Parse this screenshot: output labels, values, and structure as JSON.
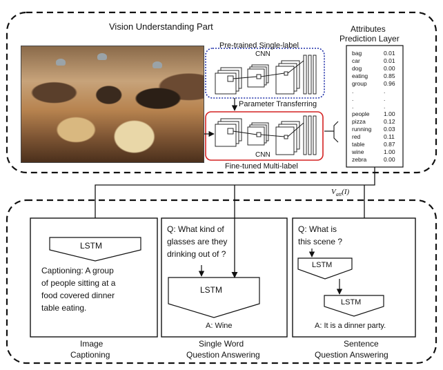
{
  "top_section": {
    "title": "Vision Understanding Part",
    "pretrained_label": "Pre-trained Single-label",
    "cnn_top": "CNN",
    "transfer_label": "Parameter Transferring",
    "cnn_bottom": "CNN",
    "finetuned_label": "Fine-tuned  Multi-label",
    "attr_title_1": "Attributes",
    "attr_title_2": "Prediction Layer",
    "attributes": [
      {
        "name": "bag",
        "value": "0.01"
      },
      {
        "name": "car",
        "value": "0.01"
      },
      {
        "name": "dog",
        "value": "0.00"
      },
      {
        "name": "eating",
        "value": "0.85"
      },
      {
        "name": "group",
        "value": "0.96"
      },
      {
        "name": ".",
        "value": "."
      },
      {
        "name": ".",
        "value": "."
      },
      {
        "name": ".",
        "value": "."
      },
      {
        "name": "people",
        "value": "1.00"
      },
      {
        "name": "pizza",
        "value": "0.12"
      },
      {
        "name": "running",
        "value": "0.03"
      },
      {
        "name": "red",
        "value": "0.11"
      },
      {
        "name": "table",
        "value": "0.87"
      },
      {
        "name": "wine",
        "value": "1.00"
      },
      {
        "name": "zebra",
        "value": "0.00"
      }
    ],
    "vatt_label": "V",
    "vatt_sub": "att",
    "vatt_arg": "(I)"
  },
  "bottom_section": {
    "panels": [
      {
        "lstm": "LSTM",
        "text_lines": [
          "Captioning: A group",
          "of people sitting at a",
          "food covered dinner",
          "table eating."
        ],
        "caption": [
          "Image",
          "Captioning"
        ]
      },
      {
        "question_lines": [
          "Q: What kind of",
          "glasses are they",
          "drinking out of ?"
        ],
        "lstm": "LSTM",
        "answer": "A: Wine",
        "caption": [
          "Single Word",
          "Question Answering"
        ]
      },
      {
        "question_lines": [
          "Q:  What is",
          "this scene ?"
        ],
        "lstm_1": "LSTM",
        "lstm_2": "LSTM",
        "answer": "A: It is a dinner party.",
        "caption": [
          "Sentence",
          "Question Answering"
        ]
      }
    ]
  },
  "colors": {
    "pretrained_border": "#1f2fa8",
    "finetuned_border": "#d42020",
    "line": "#111111"
  }
}
